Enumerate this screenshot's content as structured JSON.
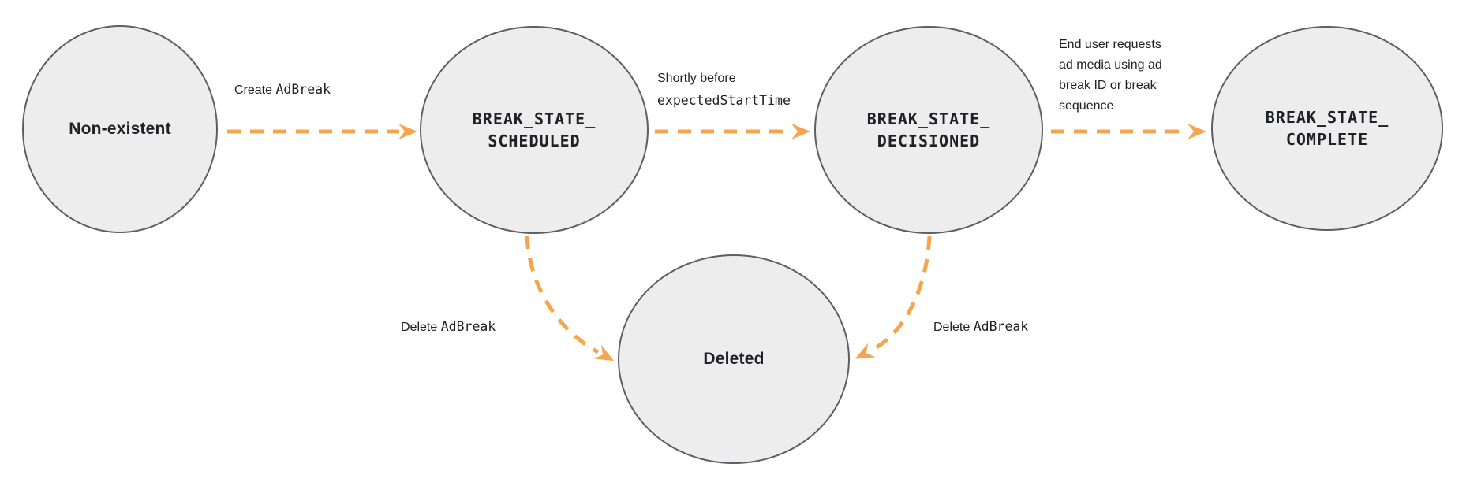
{
  "diagram": {
    "accent_color": "#F7A44E",
    "node_fill": "#EDEDED",
    "node_border_color": "#5C5F63",
    "text_color": "#202124",
    "background": "#FFFFFF"
  },
  "nodes": [
    {
      "id": "non-existent",
      "label": "Non-existent",
      "style": "plain"
    },
    {
      "id": "break-state-scheduled",
      "label": "BREAK_STATE_\nSCHEDULED",
      "style": "code"
    },
    {
      "id": "break-state-decisioned",
      "label": "BREAK_STATE_\nDECISIONED",
      "style": "code"
    },
    {
      "id": "break-state-complete",
      "label": "BREAK_STATE_\nCOMPLETE",
      "style": "code"
    },
    {
      "id": "deleted",
      "label": "Deleted",
      "style": "plain"
    }
  ],
  "edges": [
    {
      "from": "non-existent",
      "to": "break-state-scheduled",
      "label_text": "Create ",
      "label_code": "AdBreak"
    },
    {
      "from": "break-state-scheduled",
      "to": "break-state-decisioned",
      "label_text": "Shortly before",
      "label_code": "expectedStartTime"
    },
    {
      "from": "break-state-decisioned",
      "to": "break-state-complete",
      "label_text": "End user requests\nad media using ad\nbreak ID or break\nsequence",
      "label_code": ""
    },
    {
      "from": "break-state-scheduled",
      "to": "deleted",
      "label_text": "Delete ",
      "label_code": "AdBreak"
    },
    {
      "from": "break-state-decisioned",
      "to": "deleted",
      "label_text": "Delete ",
      "label_code": "AdBreak"
    }
  ]
}
